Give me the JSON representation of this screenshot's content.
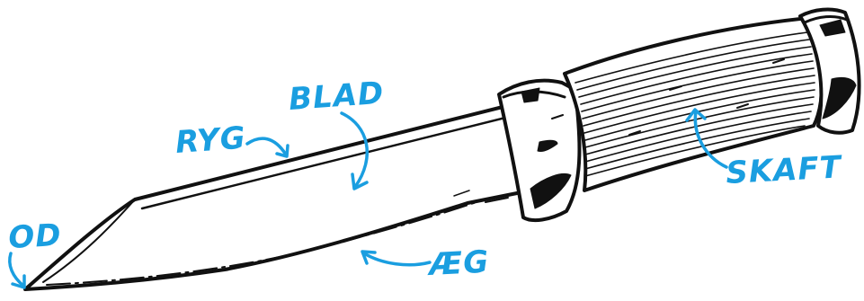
{
  "labels": {
    "blad": "BLAD",
    "ryg": "RYG",
    "od": "OD",
    "aeg": "ÆG",
    "skaft": "SKAFT"
  },
  "colors": {
    "label": "#1a9ee0",
    "ink": "#111111",
    "background": "#ffffff"
  }
}
